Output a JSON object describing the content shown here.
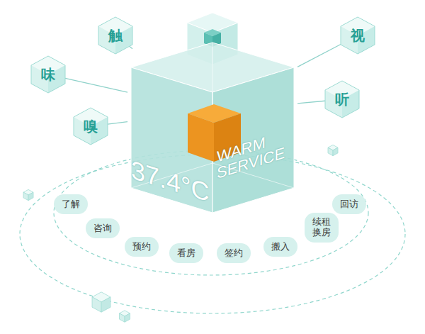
{
  "diagram": {
    "nodes": [
      {
        "text": [
          "触"
        ]
      },
      {
        "text": [
          "视"
        ]
      },
      {
        "text": [
          "味"
        ]
      },
      {
        "text": [
          "听"
        ]
      },
      {
        "text": [
          "嗅"
        ]
      },
      {
        "text": [
          "37.4°C",
          "WARM SERVICE"
        ]
      },
      {
        "text": [
          "了解"
        ]
      },
      {
        "text": [
          "咨询"
        ]
      },
      {
        "text": [
          "预约"
        ]
      },
      {
        "text": [
          "看房"
        ]
      },
      {
        "text": [
          "签约"
        ]
      },
      {
        "text": [
          "搬入"
        ]
      },
      {
        "text": [
          "续租 换房"
        ]
      },
      {
        "text": [
          "回访"
        ]
      }
    ],
    "edges": [
      {
        "from": 0,
        "to": 5,
        "arrow": "none"
      },
      {
        "from": 1,
        "to": 5,
        "arrow": "none"
      },
      {
        "from": 2,
        "to": 5,
        "arrow": "none"
      },
      {
        "from": 3,
        "to": 5,
        "arrow": "none"
      },
      {
        "from": 4,
        "to": 5,
        "arrow": "none"
      }
    ]
  }
}
